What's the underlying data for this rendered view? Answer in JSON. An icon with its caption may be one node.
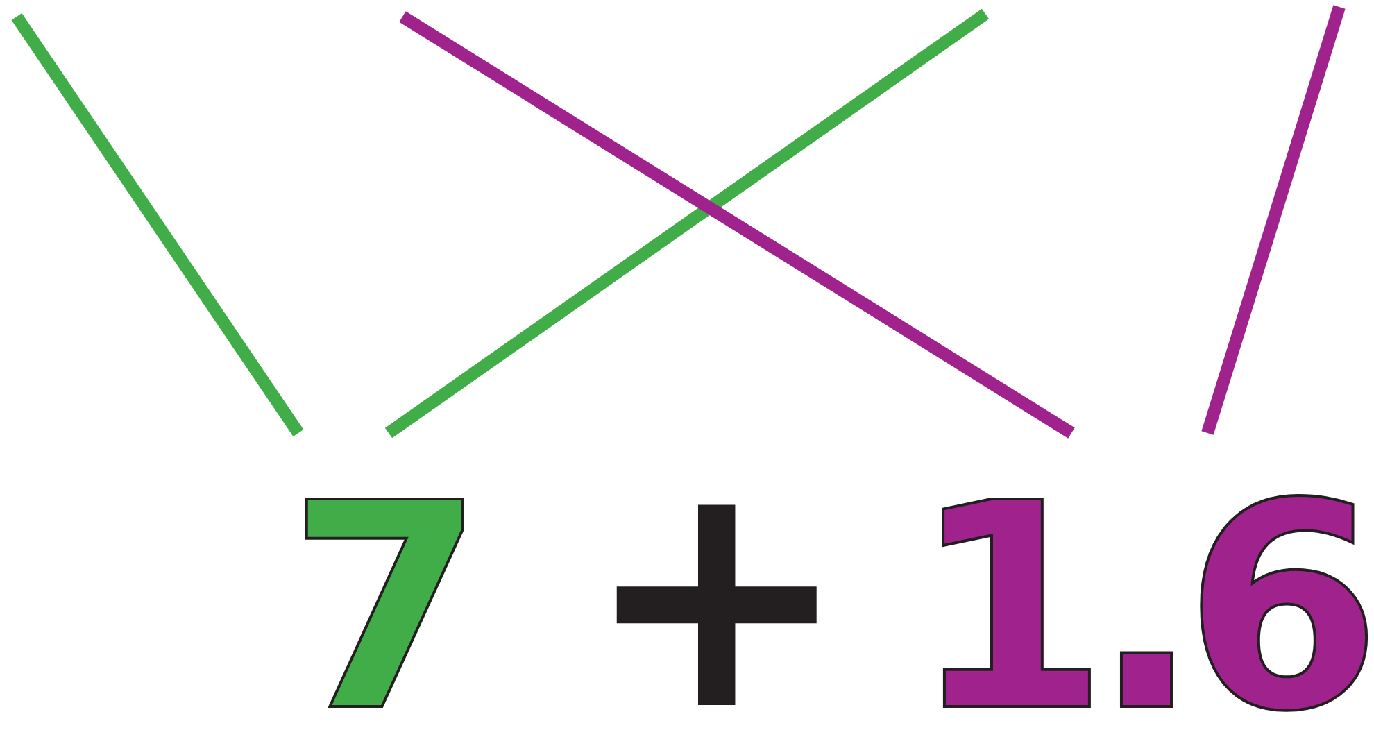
{
  "diagram": {
    "nodes": [
      {
        "text": [
          "7"
        ]
      },
      {
        "text": [
          "1.6"
        ]
      }
    ],
    "edges": [
      {
        "from": null,
        "to": 0,
        "arrow": "none",
        "color": "#41ad49"
      },
      {
        "from": null,
        "to": 0,
        "arrow": "none",
        "color": "#41ad49"
      },
      {
        "from": null,
        "to": 1,
        "arrow": "none",
        "color": "#a0228d"
      },
      {
        "from": null,
        "to": 1,
        "arrow": "none",
        "color": "#a0228d"
      }
    ],
    "labels": [
      "+"
    ]
  }
}
